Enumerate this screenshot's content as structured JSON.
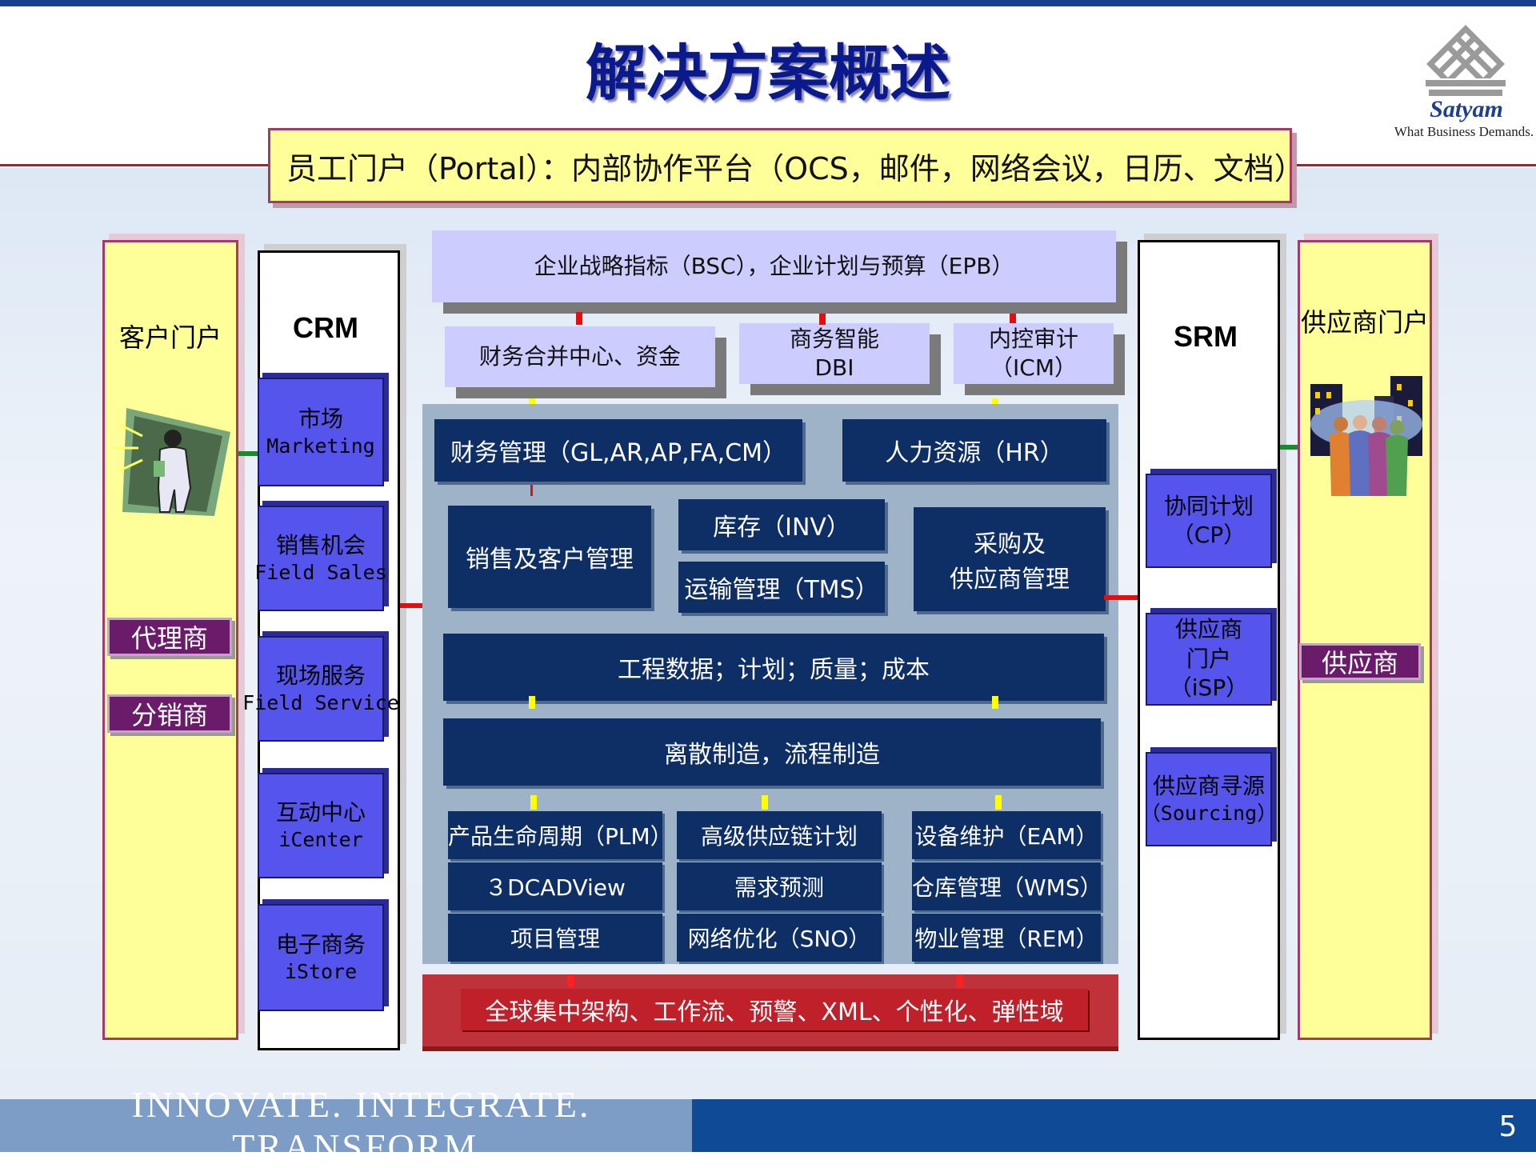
{
  "title": "解决方案概述",
  "logo": {
    "name": "Satyam",
    "tagline": "What Business Demands."
  },
  "portal": "员工门户（Portal）：内部协作平台（OCS，邮件，网络会议，日历、文档）",
  "left": {
    "label": "客户门户",
    "tags": [
      "代理商",
      "分销商"
    ]
  },
  "crm": {
    "label": "CRM",
    "items": [
      {
        "zh": "市场",
        "en": "Marketing"
      },
      {
        "zh": "销售机会",
        "en": "Field Sales"
      },
      {
        "zh": "现场服务",
        "en": "Field Service"
      },
      {
        "zh": "互动中心",
        "en": "iCenter"
      },
      {
        "zh": "电子商务",
        "en": "iStore"
      }
    ]
  },
  "srm": {
    "label": "SRM",
    "items": [
      {
        "l1": "协同计划",
        "l2": "（CP）",
        "l3": ""
      },
      {
        "l1": "供应商",
        "l2": "门户",
        "l3": "（iSP）"
      },
      {
        "l1": "供应商寻源",
        "l2": "（Sourcing）",
        "l3": ""
      }
    ]
  },
  "right": {
    "label": "供应商门户",
    "tag": "供应商"
  },
  "top": {
    "strategy": "企业战略指标（BSC），企业计划与预算（EPB）",
    "finance_center": "财务合并中心、资金",
    "bi_l1": "商务智能",
    "bi_l2": "DBI",
    "icm_l1": "内控审计",
    "icm_l2": "（ICM）"
  },
  "core": {
    "finance": "财务管理（GL,AR,AP,FA,CM）",
    "hr": "人力资源（HR）",
    "sales": "销售及客户管理",
    "inv": "库存（INV）",
    "tms": "运输管理（TMS）",
    "purchase_l1": "采购及",
    "purchase_l2": "供应商管理",
    "engineering": "工程数据；计划；质量；成本",
    "manufacturing": "离散制造，流程制造",
    "grid": [
      [
        "产品生命周期（PLM）",
        "高级供应链计划",
        "设备维护（EAM）"
      ],
      [
        "３DCADView",
        "需求预测",
        "仓库管理（WMS）"
      ],
      [
        "项目管理",
        "网络优化（SNO）",
        "物业管理（REM）"
      ]
    ]
  },
  "base": "全球集中架构、工作流、预警、XML、个性化、弹性域",
  "footer": {
    "slogan": "INNOVATE. INTEGRATE. TRANSFORM.",
    "page": "5"
  },
  "colors": {
    "navy": "#0e2f66",
    "lavender": "#ccccff",
    "portal_yellow": "#ffff99",
    "crm_blue": "#5555ee",
    "tag_purple": "#6a1c6a",
    "base_red": "#c0323a",
    "footer_blue": "#0e4a95"
  }
}
